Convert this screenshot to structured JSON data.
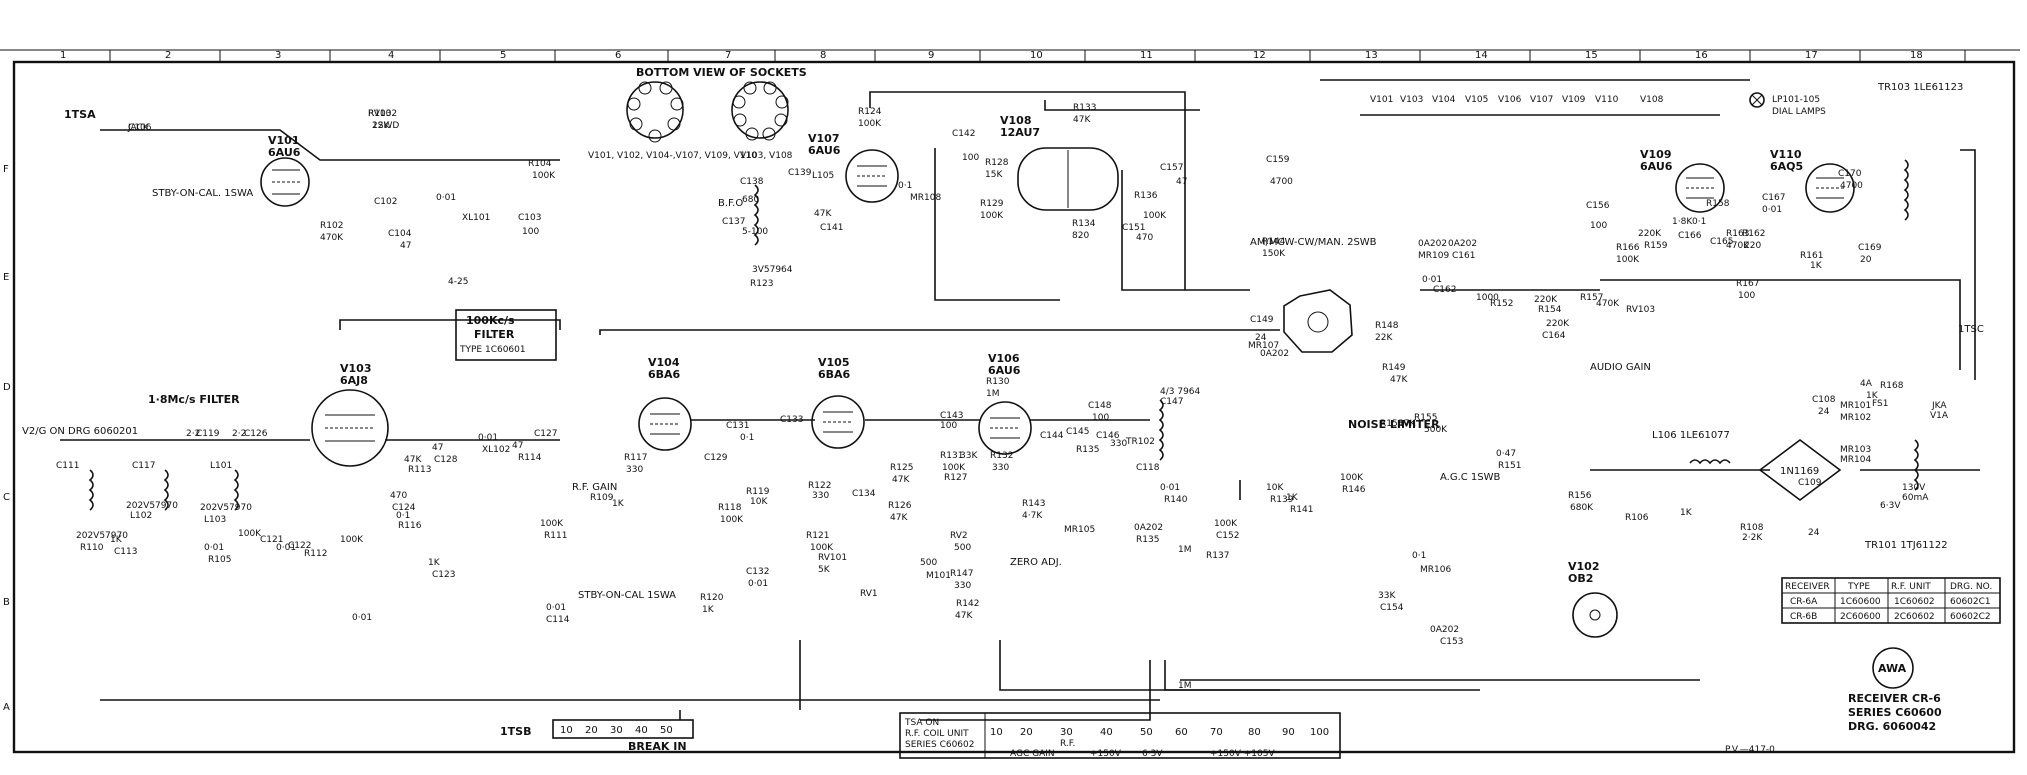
{
  "title": "RECEIVER CR-6",
  "series": "SERIES C60600",
  "drawing_no": "DRG. 6060042",
  "footer_ref": "P.V.—417-0",
  "logo_text": "AWA",
  "column_numbers": [
    "1",
    "2",
    "3",
    "4",
    "5",
    "6",
    "7",
    "8",
    "9",
    "10",
    "11",
    "12",
    "13",
    "14",
    "15",
    "16",
    "17",
    "18"
  ],
  "row_letters": [
    "F",
    "E",
    "D",
    "C",
    "B",
    "A"
  ],
  "sockets": {
    "heading": "BOTTOM    VIEW OF SOCKETS",
    "left_caption": "V101, V102, V104-,V107, V109, V110",
    "right_caption": "V103, V108"
  },
  "tubes": [
    {
      "ref": "V101",
      "type": "6AU6"
    },
    {
      "ref": "V103",
      "type": "6AJ8"
    },
    {
      "ref": "V104",
      "type": "6BA6"
    },
    {
      "ref": "V105",
      "type": "6BA6"
    },
    {
      "ref": "V106",
      "type": "6AU6"
    },
    {
      "ref": "V107",
      "type": "6AU6"
    },
    {
      "ref": "V108",
      "type": "12AU7"
    },
    {
      "ref": "V109",
      "type": "6AU6"
    },
    {
      "ref": "V110",
      "type": "6AQ5"
    },
    {
      "ref": "V102",
      "type": "OB2"
    }
  ],
  "blocks": {
    "filter_box": [
      "100Kc/s",
      "FILTER",
      "TYPE 1C60601"
    ],
    "if_filter": "1·8Mc/s FILTER",
    "bfo": "B.F.O",
    "noise_limiter": "NOISE LIMITER",
    "audio_gain": "AUDIO GAIN",
    "agc": "A.G.C 1SWB",
    "rf_gain": "R.F. GAIN",
    "zero_adj": "ZERO ADJ.",
    "dial_lamps": "DIAL LAMPS",
    "dial_lamps_ref": "LP101-105",
    "mode_switch": "AM/MCW-CW/MAN. 2SWB",
    "stby_cal": "STBY-ON-CAL. 1SWA",
    "stby_cal2": "STBY-ON-CAL 1SWA",
    "v2g_note": "V2/G ON DRG 6060201",
    "break_in": "BREAK IN",
    "its_b": "1TSB",
    "its_a": "1TSA",
    "its_c": "1TSC",
    "lowpass": "L106 1LE61077",
    "output_tx": "TR103 1LE61123",
    "power_tx": "TR101 1TJ61122",
    "bridge": "1N1169"
  },
  "components": [
    "C106",
    "R103",
    "22K",
    "R104",
    "100K",
    "C102",
    "0·01",
    "XL101",
    "C104",
    "47",
    "C103",
    "100",
    "R102",
    "470K",
    "4-25",
    "R124",
    "100K",
    "C142",
    "100",
    "R128",
    "15K",
    "R129",
    "100K",
    "R133",
    "47K",
    "R134",
    "820",
    "C157",
    "47",
    "R136",
    "100K",
    "C151",
    "470",
    "C159",
    "4700",
    "R144",
    "150K",
    "C149",
    "24",
    "MR107",
    "0A202",
    "R148",
    "22K",
    "R149",
    "47K",
    "R153",
    "47K",
    "R155",
    "500K",
    "C138",
    "680",
    "C137",
    "5-100",
    "C139",
    "L105",
    "3V57964",
    "R123",
    "47K",
    "C141",
    "0·1",
    "MR108",
    "0A202",
    "MR109",
    "0A202",
    "C161",
    "0·01",
    "C162",
    "1000",
    "R152",
    "220K",
    "R154",
    "220K",
    "C164",
    "R157",
    "470K",
    "RV103",
    "R158",
    "220K",
    "R159",
    "1·8K",
    "C166",
    "0·1",
    "C165",
    "R163",
    "470K",
    "R162",
    "220",
    "C167",
    "0·01",
    "C170",
    "4700",
    "C169",
    "20",
    "R167",
    "100",
    "R161",
    "1K",
    "R166",
    "100K",
    "C156",
    "100",
    "R117",
    "330",
    "C129",
    "C131",
    "0·1",
    "C133",
    "R118",
    "100K",
    "R119",
    "10K",
    "R120",
    "1K",
    "C132",
    "0·01",
    "R121",
    "100K",
    "R122",
    "330",
    "C134",
    "R125",
    "47K",
    "R126",
    "47K",
    "R130",
    "1M",
    "C143",
    "100",
    "R131",
    "100K",
    "R127",
    "33K",
    "R132",
    "330",
    "C144",
    "C145",
    "R135",
    "C148",
    "100",
    "C146",
    "330",
    "TR102",
    "4/3 7964",
    "C147",
    "C118",
    "2·2",
    "C119",
    "2·2",
    "C126",
    "0·01",
    "XL102",
    "C127",
    "47",
    "C128",
    "47",
    "R114",
    "47K",
    "R113",
    "470",
    "C124",
    "0·1",
    "R116",
    "100K",
    "R111",
    "1K",
    "C123",
    "0·01",
    "C114",
    "C111",
    "C117",
    "L101",
    "202V57970",
    "L102",
    "202V57970",
    "L103",
    "202V57970",
    "R110",
    "1K",
    "C113",
    "0·01",
    "R105",
    "100K",
    "C121",
    "0·01",
    "C122",
    "R112",
    "100K",
    "0·01",
    "R109",
    "1K",
    "RV101",
    "5K",
    "RV1",
    "500",
    "M101",
    "RV2",
    "500",
    "R147",
    "330",
    "R142",
    "47K",
    "R143",
    "4·7K",
    "MR105",
    "0A202",
    "R135",
    "1M",
    "R137",
    "100K",
    "C152",
    "0·01",
    "R140",
    "10K",
    "R139",
    "1K",
    "R141",
    "100K",
    "R146",
    "33K",
    "C154",
    "0·1",
    "MR106",
    "0A202",
    "C153",
    "0·47",
    "R151",
    "1M",
    "R156",
    "680K",
    "R106",
    "1K",
    "R108",
    "2·2K",
    "C109",
    "24",
    "C108",
    "24",
    "MR101",
    "MR102",
    "MR103",
    "MR104",
    "130V",
    "60mA",
    "6·3V",
    "4A",
    "FS1",
    "R168",
    "1K",
    "JKA",
    "V1A",
    "JACK",
    "RV102",
    "1SWD"
  ],
  "terminal_strip_b": [
    "10",
    "20",
    "30",
    "40",
    "50"
  ],
  "terminal_strip_a": {
    "note": [
      "TSA ON",
      "R.F. COIL UNIT",
      "SERIES C60602"
    ],
    "labels": [
      "10",
      "20",
      "30",
      "40",
      "50",
      "60",
      "70",
      "80",
      "90",
      "100"
    ],
    "legend": [
      "AGC GAIN",
      "+150V",
      "6·3V",
      "+150V +105V"
    ],
    "rf": "R.F."
  },
  "table": {
    "headers": [
      "RECEIVER",
      "TYPE",
      "R.F. UNIT",
      "DRG. NO."
    ],
    "rows": [
      [
        "CR-6A",
        "1C60600",
        "1C60602",
        "60602C1"
      ],
      [
        "CR-6B",
        "2C60600",
        "2C60602",
        "60602C2"
      ]
    ]
  },
  "heater_tubes": [
    "V101",
    "V103",
    "V104",
    "V105",
    "V106",
    "V107",
    "V109",
    "V110",
    "V108"
  ],
  "colors": {
    "ink": "#111111",
    "paper": "#ffffff"
  }
}
